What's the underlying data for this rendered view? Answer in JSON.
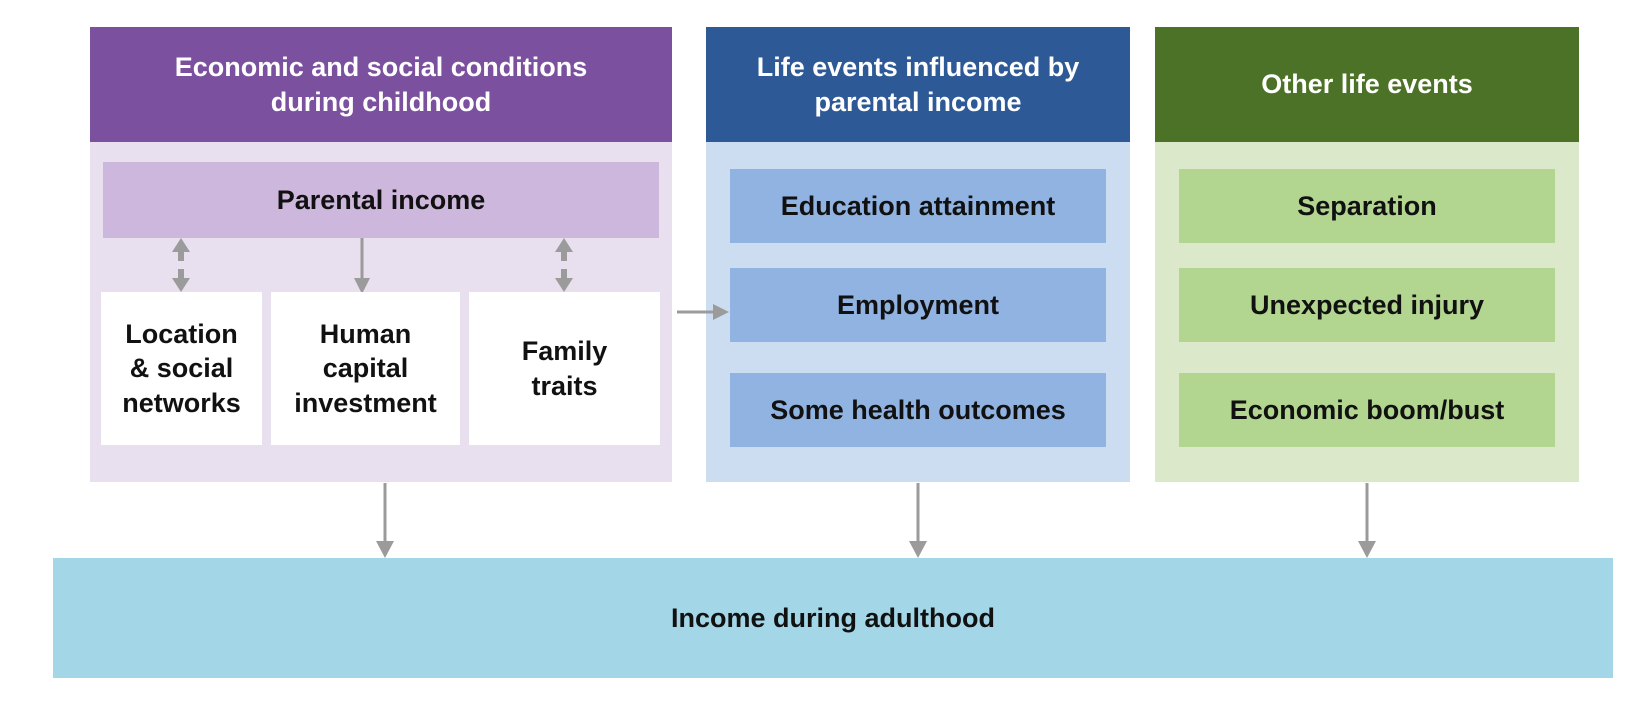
{
  "colors": {
    "panel1_header_bg": "#7B509E",
    "panel1_body_bg": "#E8DFEF",
    "panel1_box_bg": "#CDB7DC",
    "panel2_header_bg": "#2D5A97",
    "panel2_body_bg": "#CCDDF1",
    "panel2_box_bg": "#91B3E2",
    "panel3_header_bg": "#4C7227",
    "panel3_body_bg": "#DBE9CA",
    "panel3_box_bg": "#B2D590",
    "bottom_bar_bg": "#A3D7E8",
    "arrow": "#9B9B9B",
    "header_text": "#FFFFFF",
    "box_text": "#111111"
  },
  "panels": [
    {
      "title": "Economic and social conditions\nduring childhood",
      "parental_income_label": "Parental income",
      "children": [
        "Location\n& social\nnetworks",
        "Human\ncapital\ninvestment",
        "Family\ntraits"
      ]
    },
    {
      "title": "Life events influenced by\nparental income",
      "items": [
        "Education attainment",
        "Employment",
        "Some health outcomes"
      ]
    },
    {
      "title": "Other life events",
      "items": [
        "Separation",
        "Unexpected injury",
        "Economic boom/bust"
      ]
    }
  ],
  "outcome": {
    "label": "Income during adulthood"
  }
}
